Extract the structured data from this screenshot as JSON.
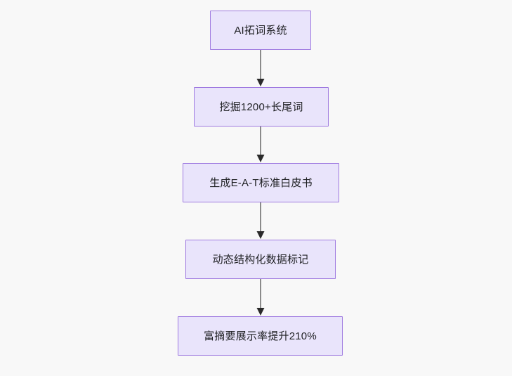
{
  "diagram": {
    "type": "flowchart",
    "direction": "top-down",
    "background_color": "#f8f8f8",
    "node_fill_color": "#e9e4fb",
    "node_border_color": "#9f7ae0",
    "node_text_color": "#1f2023",
    "edge_color": "#8b8b8b",
    "arrowhead_color": "#2a2a2a",
    "nodes": [
      {
        "id": "node-0",
        "label": "AI拓词系统"
      },
      {
        "id": "node-1",
        "label": "挖掘1200+长尾词"
      },
      {
        "id": "node-2",
        "label": "生成E-A-T标准白皮书"
      },
      {
        "id": "node-3",
        "label": "动态结构化数据标记"
      },
      {
        "id": "node-4",
        "label": "富摘要展示率提升210%"
      }
    ],
    "edges": [
      {
        "from": "node-0",
        "to": "node-1",
        "label": ""
      },
      {
        "from": "node-1",
        "to": "node-2",
        "label": ""
      },
      {
        "from": "node-2",
        "to": "node-3",
        "label": ""
      },
      {
        "from": "node-3",
        "to": "node-4",
        "label": ""
      }
    ]
  }
}
